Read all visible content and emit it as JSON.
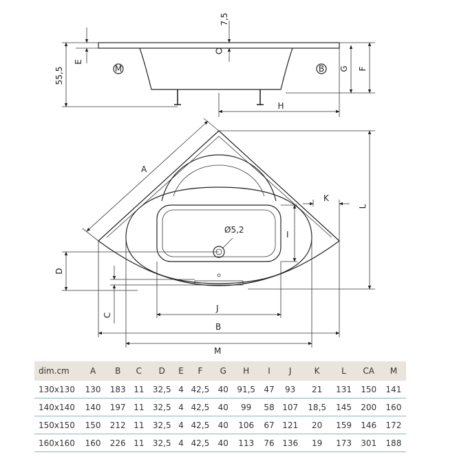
{
  "drawing": {
    "top_view_labels": {
      "e": "E",
      "gap": "7,5",
      "height": "55,5",
      "g": "G",
      "f": "F",
      "h": "H",
      "m_badge": "M",
      "b_badge": "B"
    },
    "plan_labels": {
      "a": "A",
      "k": "K",
      "l": "L",
      "i": "I",
      "drain": "Ø5,2",
      "d": "D",
      "c": "C",
      "j": "J",
      "b": "B",
      "m": "M"
    }
  },
  "table": {
    "headers": [
      "dim.cm",
      "A",
      "B",
      "C",
      "D",
      "E",
      "F",
      "G",
      "H",
      "I",
      "J",
      "K",
      "L",
      "CA",
      "M"
    ],
    "rows": [
      [
        "130x130",
        "130",
        "183",
        "11",
        "32,5",
        "4",
        "42,5",
        "40",
        "91,5",
        "47",
        "93",
        "21",
        "131",
        "150",
        "141"
      ],
      [
        "140x140",
        "140",
        "197",
        "11",
        "32,5",
        "4",
        "42,5",
        "40",
        "99",
        "58",
        "107",
        "18,5",
        "145",
        "200",
        "160"
      ],
      [
        "150x150",
        "150",
        "212",
        "11",
        "32,5",
        "4",
        "42,5",
        "40",
        "106",
        "67",
        "121",
        "20",
        "159",
        "146",
        "172"
      ],
      [
        "160x160",
        "160",
        "226",
        "11",
        "32,5",
        "4",
        "42,5",
        "40",
        "113",
        "76",
        "136",
        "19",
        "173",
        "301",
        "188"
      ]
    ]
  }
}
